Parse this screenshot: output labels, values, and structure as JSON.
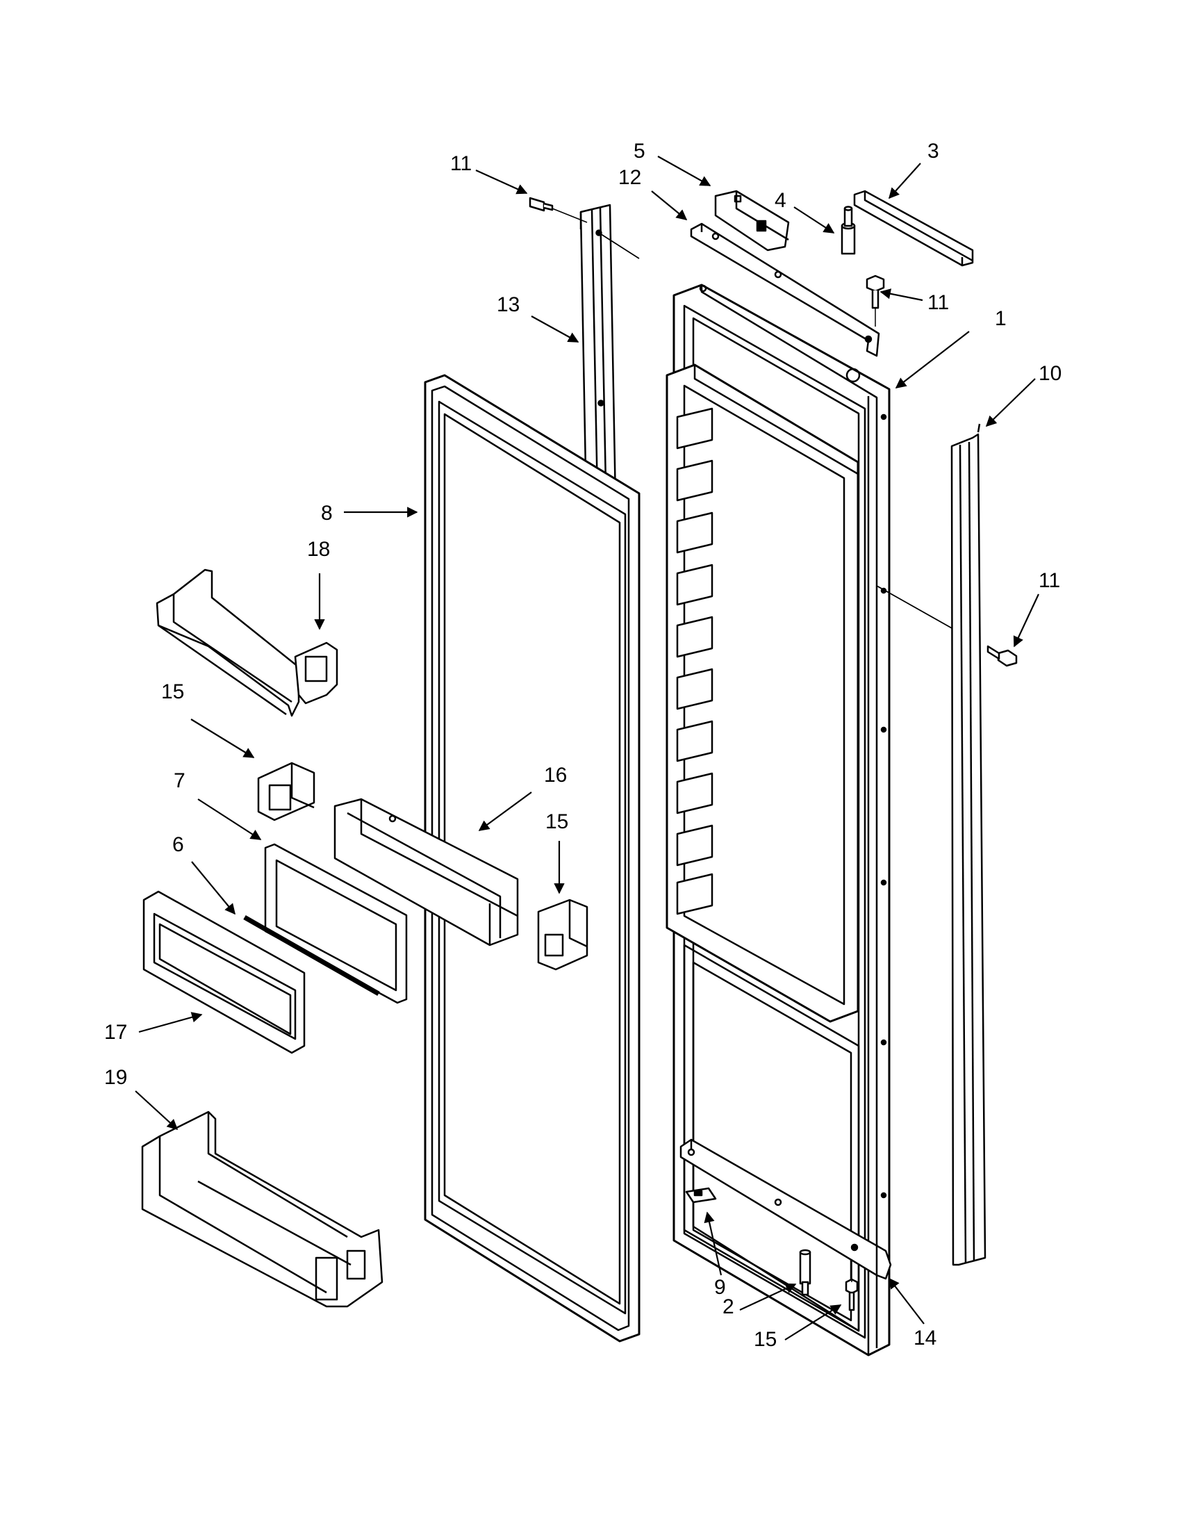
{
  "callouts": [
    {
      "id": "c1",
      "label": "1"
    },
    {
      "id": "c2",
      "label": "2"
    },
    {
      "id": "c3",
      "label": "3"
    },
    {
      "id": "c4",
      "label": "4"
    },
    {
      "id": "c5",
      "label": "5"
    },
    {
      "id": "c6",
      "label": "6"
    },
    {
      "id": "c7",
      "label": "7"
    },
    {
      "id": "c8",
      "label": "8"
    },
    {
      "id": "c9",
      "label": "9"
    },
    {
      "id": "c10",
      "label": "10"
    },
    {
      "id": "c11a",
      "label": "11"
    },
    {
      "id": "c11b",
      "label": "11"
    },
    {
      "id": "c11c",
      "label": "11"
    },
    {
      "id": "c12",
      "label": "12"
    },
    {
      "id": "c13",
      "label": "13"
    },
    {
      "id": "c14",
      "label": "14"
    },
    {
      "id": "c15a",
      "label": "15"
    },
    {
      "id": "c15b",
      "label": "15"
    },
    {
      "id": "c15c",
      "label": "15"
    },
    {
      "id": "c16",
      "label": "16"
    },
    {
      "id": "c17",
      "label": "17"
    },
    {
      "id": "c18",
      "label": "18"
    },
    {
      "id": "c19",
      "label": "19"
    }
  ]
}
